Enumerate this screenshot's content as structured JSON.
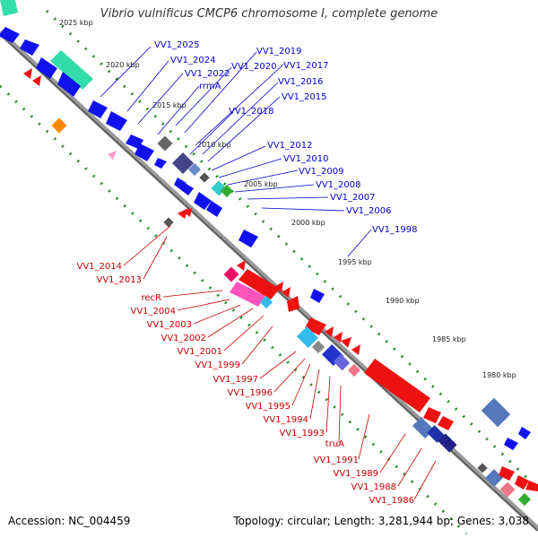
{
  "title": "Vibrio vulnificus CMCP6 chromosome I, complete genome",
  "accession": "Accession: NC_004459",
  "topology": "Topology: circular; Length: 3,281,944 bp; Genes: 3,038",
  "colors": {
    "forward": "#0000ee",
    "reverse": "#ee0000",
    "rRNA": "#33ddaa",
    "tRNA": "#999999",
    "dotted": "#228822",
    "backbone": "#888888"
  },
  "ticks": [
    "2025 kbp",
    "2020 kbp",
    "2015 kbp",
    "2010 kbp",
    "2005 kbp",
    "2000 kbp",
    "1995 kbp",
    "1990 kbp",
    "1985 kbp",
    "1980 kbp"
  ],
  "forward_labels": [
    "VV1_2025",
    "VV1_2024",
    "VV1_2022",
    "rrmA",
    "VV1_2020",
    "VV1_2019",
    "VV1_2017",
    "VV1_2016",
    "VV1_2015",
    "VV1_2018",
    "VV1_2012",
    "VV1_2010",
    "VV1_2009",
    "VV1_2008",
    "VV1_2007",
    "VV1_2006",
    "VV1_1998"
  ],
  "reverse_labels": [
    "VV1_2014",
    "VV1_2013",
    "recR",
    "VV1_2004",
    "VV1_2003",
    "VV1_2002",
    "VV1_2001",
    "VV1_1999",
    "VV1_1997",
    "VV1_1996",
    "VV1_1995",
    "VV1_1994",
    "VV1_1993",
    "truA",
    "VV1_1991",
    "VV1_1989",
    "VV1_1988",
    "VV1_1986"
  ]
}
